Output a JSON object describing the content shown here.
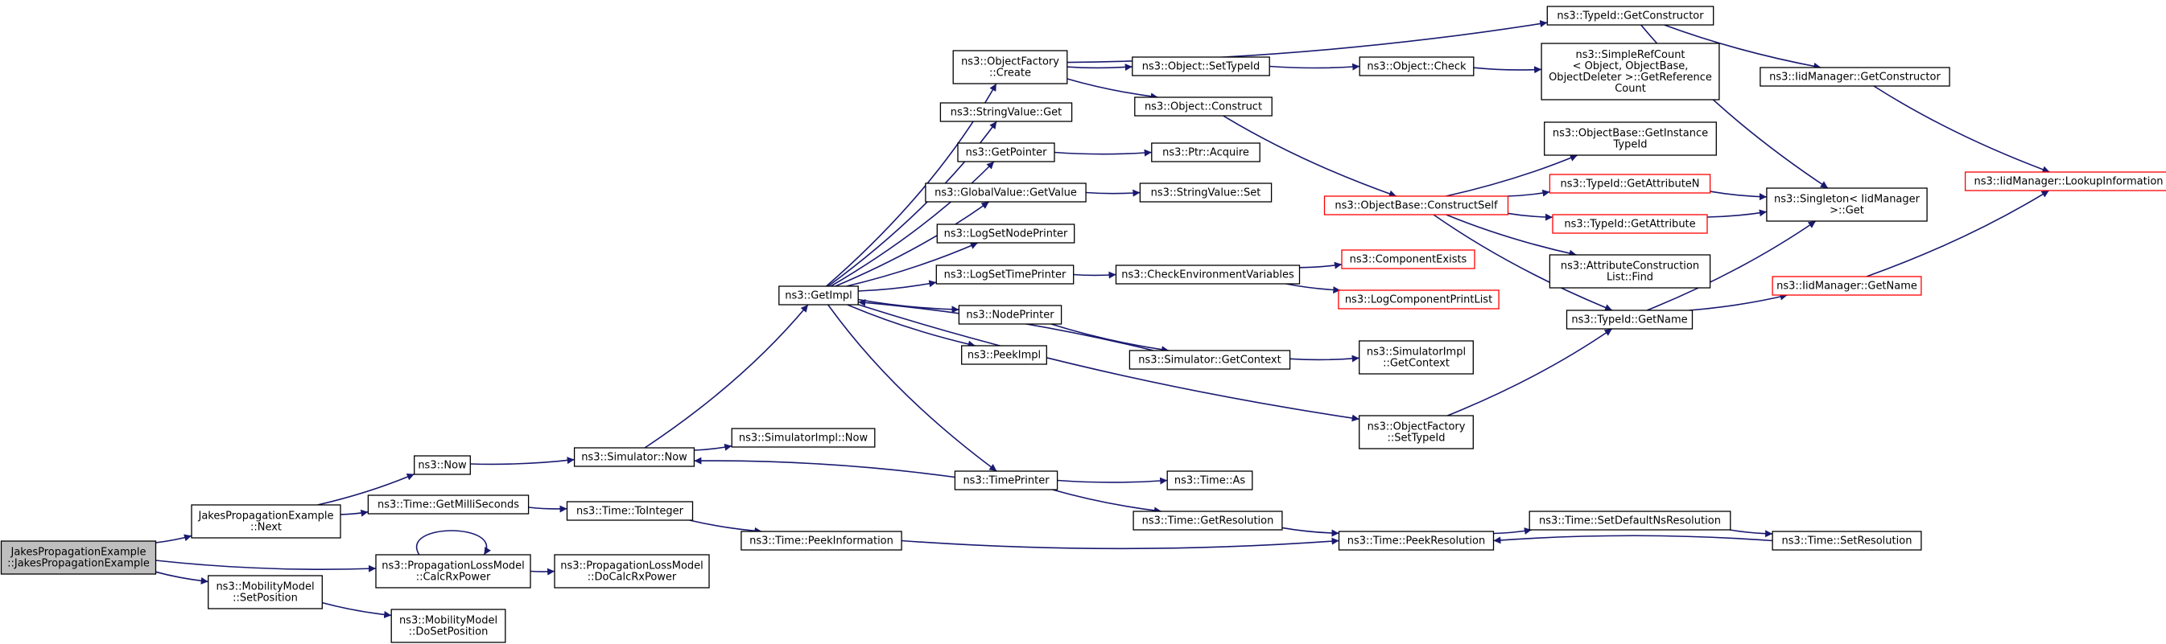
{
  "nodes": [
    {
      "id": "root",
      "lines": [
        "JakesPropagationExample",
        "::JakesPropagationExample"
      ],
      "style": "root"
    },
    {
      "id": "jnext",
      "lines": [
        "JakesPropagationExample",
        "::Next"
      ]
    },
    {
      "id": "mmset",
      "lines": [
        "ns3::MobilityModel",
        "::SetPosition"
      ]
    },
    {
      "id": "mmdo",
      "lines": [
        "ns3::MobilityModel",
        "::DoSetPosition"
      ]
    },
    {
      "id": "now",
      "lines": [
        "ns3::Now"
      ]
    },
    {
      "id": "getms",
      "lines": [
        "ns3::Time::GetMilliSeconds"
      ]
    },
    {
      "id": "plcalc",
      "lines": [
        "ns3::PropagationLossModel",
        "::CalcRxPower"
      ]
    },
    {
      "id": "pldo",
      "lines": [
        "ns3::PropagationLossModel",
        "::DoCalcRxPower"
      ]
    },
    {
      "id": "simnow",
      "lines": [
        "ns3::Simulator::Now"
      ]
    },
    {
      "id": "toint",
      "lines": [
        "ns3::Time::ToInteger"
      ]
    },
    {
      "id": "simimplnow",
      "lines": [
        "ns3::SimulatorImpl::Now"
      ]
    },
    {
      "id": "peekinfo",
      "lines": [
        "ns3::Time::PeekInformation"
      ]
    },
    {
      "id": "getimpl",
      "lines": [
        "ns3::GetImpl"
      ]
    },
    {
      "id": "ofcreate",
      "lines": [
        "ns3::ObjectFactory",
        "::Create"
      ]
    },
    {
      "id": "svget",
      "lines": [
        "ns3::StringValue::Get"
      ]
    },
    {
      "id": "getptr",
      "lines": [
        "ns3::GetPointer"
      ]
    },
    {
      "id": "gvget",
      "lines": [
        "ns3::GlobalValue::GetValue"
      ]
    },
    {
      "id": "lsnp",
      "lines": [
        "ns3::LogSetNodePrinter"
      ]
    },
    {
      "id": "lstp",
      "lines": [
        "ns3::LogSetTimePrinter"
      ]
    },
    {
      "id": "nodeprinter",
      "lines": [
        "ns3::NodePrinter"
      ]
    },
    {
      "id": "peekimpl",
      "lines": [
        "ns3::PeekImpl"
      ]
    },
    {
      "id": "timeprinter",
      "lines": [
        "ns3::TimePrinter"
      ]
    },
    {
      "id": "settypeid",
      "lines": [
        "ns3::Object::SetTypeId"
      ]
    },
    {
      "id": "objconstruct",
      "lines": [
        "ns3::Object::Construct"
      ]
    },
    {
      "id": "ptracq",
      "lines": [
        "ns3::Ptr::Acquire"
      ]
    },
    {
      "id": "svset",
      "lines": [
        "ns3::StringValue::Set"
      ]
    },
    {
      "id": "checkenv",
      "lines": [
        "ns3::CheckEnvironmentVariables"
      ]
    },
    {
      "id": "simgetctx",
      "lines": [
        "ns3::Simulator::GetContext"
      ]
    },
    {
      "id": "timeas",
      "lines": [
        "ns3::Time::As"
      ]
    },
    {
      "id": "getres",
      "lines": [
        "ns3::Time::GetResolution"
      ]
    },
    {
      "id": "tidgetctor",
      "lines": [
        "ns3::TypeId::GetConstructor"
      ]
    },
    {
      "id": "objcheck",
      "lines": [
        "ns3::Object::Check"
      ]
    },
    {
      "id": "obcs",
      "lines": [
        "ns3::ObjectBase::ConstructSelf"
      ],
      "style": "red"
    },
    {
      "id": "compexists",
      "lines": [
        "ns3::ComponentExists"
      ],
      "style": "red"
    },
    {
      "id": "logcpl",
      "lines": [
        "ns3::LogComponentPrintList"
      ],
      "style": "red"
    },
    {
      "id": "simimplctx",
      "lines": [
        "ns3::SimulatorImpl",
        "::GetContext"
      ]
    },
    {
      "id": "ofsettid",
      "lines": [
        "ns3::ObjectFactory",
        "::SetTypeId"
      ]
    },
    {
      "id": "peekres",
      "lines": [
        "ns3::Time::PeekResolution"
      ]
    },
    {
      "id": "simplerc",
      "lines": [
        "ns3::SimpleRefCount",
        "< Object, ObjectBase,",
        "ObjectDeleter >::GetReference",
        "Count"
      ]
    },
    {
      "id": "obgetinst",
      "lines": [
        "ns3::ObjectBase::GetInstance",
        "TypeId"
      ]
    },
    {
      "id": "tidgetattrn",
      "lines": [
        "ns3::TypeId::GetAttributeN"
      ],
      "style": "red"
    },
    {
      "id": "tidgetattr",
      "lines": [
        "ns3::TypeId::GetAttribute"
      ],
      "style": "red"
    },
    {
      "id": "attrcl",
      "lines": [
        "ns3::AttributeConstruction",
        "List::Find"
      ]
    },
    {
      "id": "tidgetname",
      "lines": [
        "ns3::TypeId::GetName"
      ]
    },
    {
      "id": "setdefres",
      "lines": [
        "ns3::Time::SetDefaultNsResolution"
      ]
    },
    {
      "id": "setres",
      "lines": [
        "ns3::Time::SetResolution"
      ]
    },
    {
      "id": "iidgetctor",
      "lines": [
        "ns3::IidManager::GetConstructor"
      ]
    },
    {
      "id": "singleton",
      "lines": [
        "ns3::Singleton< IidManager",
        ">::Get"
      ]
    },
    {
      "id": "iidgetname",
      "lines": [
        "ns3::IidManager::GetName"
      ],
      "style": "red"
    },
    {
      "id": "iidlookup",
      "lines": [
        "ns3::IidManager::LookupInformation"
      ],
      "style": "red"
    }
  ],
  "edges": [
    [
      "root",
      "jnext"
    ],
    [
      "root",
      "plcalc"
    ],
    [
      "root",
      "mmset"
    ],
    [
      "jnext",
      "now"
    ],
    [
      "jnext",
      "getms"
    ],
    [
      "mmset",
      "mmdo"
    ],
    [
      "now",
      "simnow"
    ],
    [
      "getms",
      "toint"
    ],
    [
      "plcalc",
      "plcalc"
    ],
    [
      "plcalc",
      "pldo"
    ],
    [
      "simnow",
      "getimpl"
    ],
    [
      "simnow",
      "simimplnow"
    ],
    [
      "toint",
      "peekinfo"
    ],
    [
      "peekinfo",
      "peekres"
    ],
    [
      "getimpl",
      "ofcreate"
    ],
    [
      "getimpl",
      "svget"
    ],
    [
      "getimpl",
      "getptr"
    ],
    [
      "getimpl",
      "gvget"
    ],
    [
      "getimpl",
      "lsnp"
    ],
    [
      "getimpl",
      "lstp"
    ],
    [
      "getimpl",
      "nodeprinter"
    ],
    [
      "getimpl",
      "peekimpl"
    ],
    [
      "getimpl",
      "timeprinter"
    ],
    [
      "getimpl",
      "ofsettid"
    ],
    [
      "ofcreate",
      "tidgetctor"
    ],
    [
      "ofcreate",
      "settypeid"
    ],
    [
      "ofcreate",
      "objconstruct"
    ],
    [
      "getptr",
      "ptracq"
    ],
    [
      "gvget",
      "svset"
    ],
    [
      "lstp",
      "checkenv"
    ],
    [
      "nodeprinter",
      "simgetctx"
    ],
    [
      "timeprinter",
      "simnow"
    ],
    [
      "timeprinter",
      "timeas"
    ],
    [
      "timeprinter",
      "getres"
    ],
    [
      "settypeid",
      "objcheck"
    ],
    [
      "objconstruct",
      "obcs"
    ],
    [
      "checkenv",
      "compexists"
    ],
    [
      "checkenv",
      "logcpl"
    ],
    [
      "simgetctx",
      "getimpl"
    ],
    [
      "simgetctx",
      "simimplctx"
    ],
    [
      "getres",
      "peekres"
    ],
    [
      "tidgetctor",
      "iidgetctor"
    ],
    [
      "tidgetctor",
      "singleton"
    ],
    [
      "objcheck",
      "simplerc"
    ],
    [
      "obcs",
      "obgetinst"
    ],
    [
      "obcs",
      "tidgetattrn"
    ],
    [
      "obcs",
      "tidgetattr"
    ],
    [
      "obcs",
      "attrcl"
    ],
    [
      "obcs",
      "tidgetname"
    ],
    [
      "ofsettid",
      "tidgetname"
    ],
    [
      "peekres",
      "setdefres"
    ],
    [
      "setdefres",
      "setres"
    ],
    [
      "setres",
      "peekres"
    ],
    [
      "tidgetattrn",
      "singleton"
    ],
    [
      "tidgetattr",
      "singleton"
    ],
    [
      "tidgetname",
      "singleton"
    ],
    [
      "tidgetname",
      "iidgetname"
    ],
    [
      "iidgetctor",
      "iidlookup"
    ],
    [
      "iidgetname",
      "iidlookup"
    ]
  ],
  "colors": {
    "edge": "#191970",
    "box_border": "#000000",
    "red_border": "#ff0000",
    "root_fill": "#bfbfbf"
  }
}
